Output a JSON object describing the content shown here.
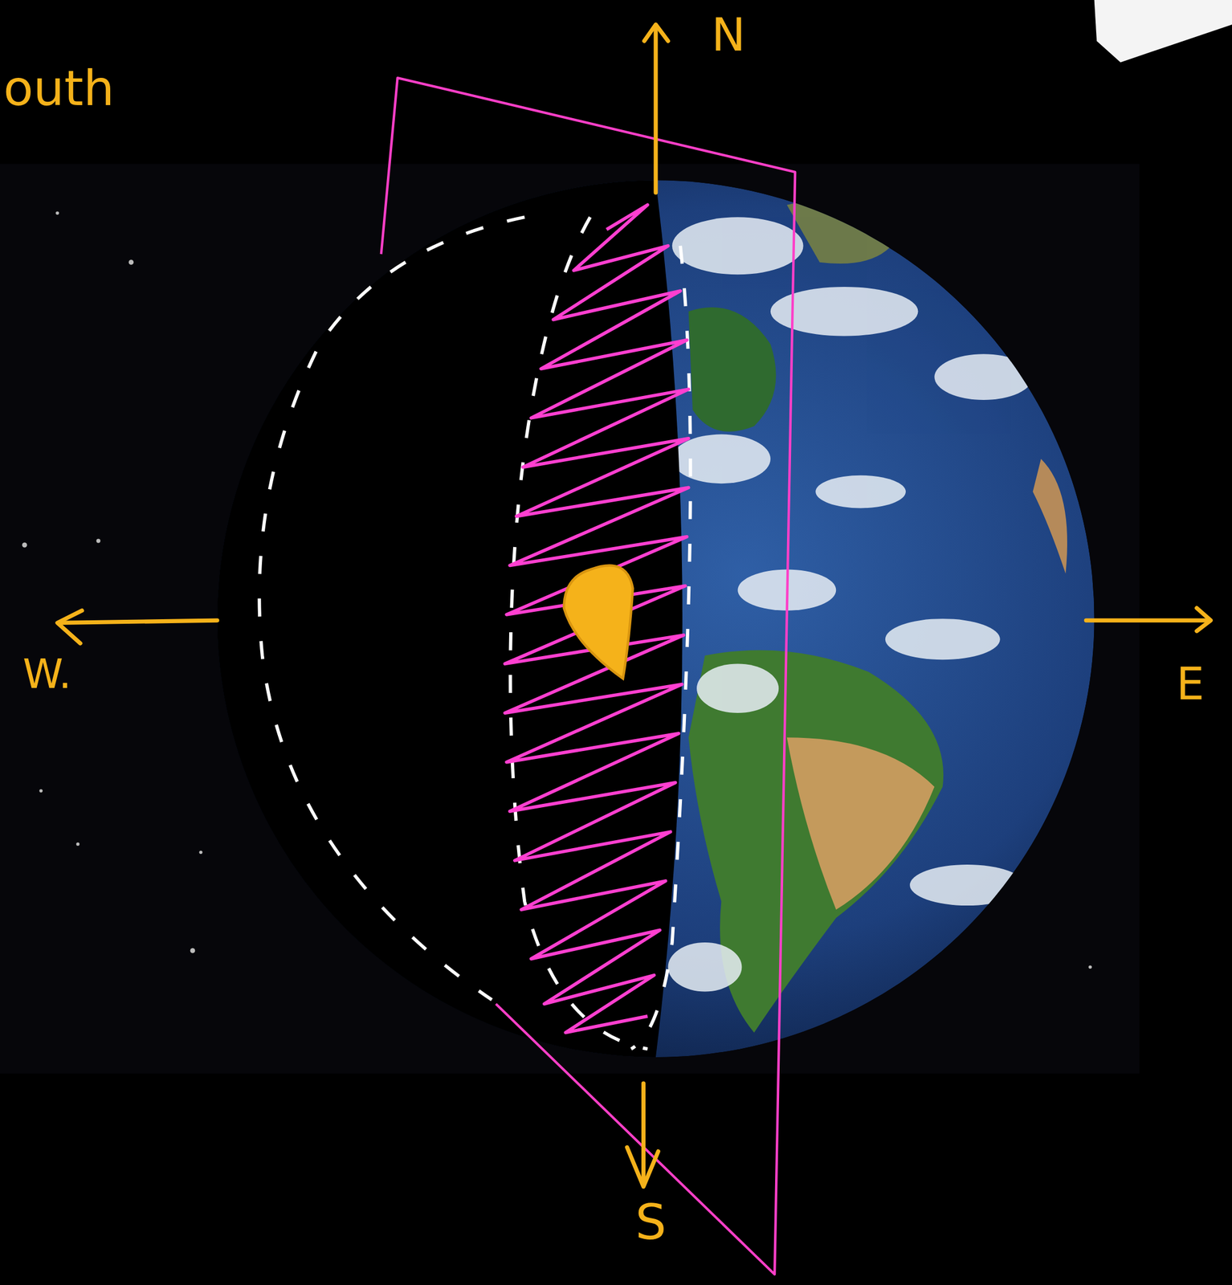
{
  "diagram": {
    "labels": [
      "outh",
      "N",
      "W.",
      "E",
      "S"
    ]
  }
}
